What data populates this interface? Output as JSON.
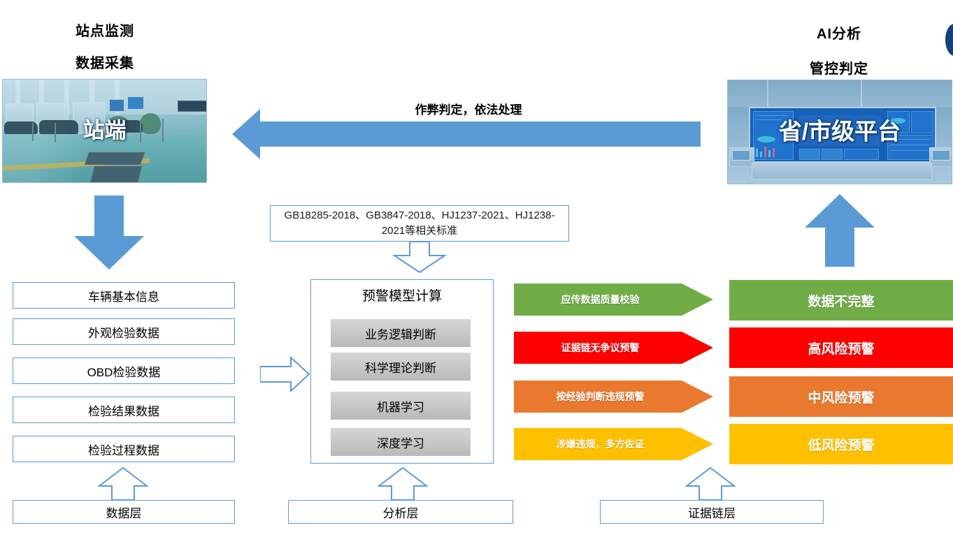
{
  "diagram": {
    "left_header": {
      "line1": "站点监测",
      "line2": "数据采集"
    },
    "right_header": {
      "line1": "AI分析",
      "line2": "管控判定"
    },
    "station_photo_caption": "站端",
    "platform_photo_caption": "省/市级平台",
    "feedback_arrow_label": "作弊判定，依法处理",
    "standards_note": "GB18285-2018、GB3847-2018、HJ1237-2021、HJ1238-2021等相关标准",
    "data_layer": {
      "label": "数据层",
      "items": [
        "车辆基本信息",
        "外观检验数据",
        "OBD检验数据",
        "检验结果数据",
        "检验过程数据"
      ]
    },
    "analysis_layer": {
      "label": "分析层",
      "title": "预警模型计算",
      "methods": [
        "业务逻辑判断",
        "科学理论判断",
        "机器学习",
        "深度学习"
      ]
    },
    "evidence_layer": {
      "label": "证据链层",
      "flows": [
        {
          "arrow_label": "应传数据质量校验",
          "result_label": "数据不完整",
          "color": "#70AD47"
        },
        {
          "arrow_label": "证据链无争议预警",
          "result_label": "高风险预警",
          "color": "#FF0000"
        },
        {
          "arrow_label": "按经验判断违规预警",
          "result_label": "中风险预警",
          "color": "#E8792E"
        },
        {
          "arrow_label": "涉嫌违规，多方佐证",
          "result_label": "低风险预警",
          "color": "#FFC000"
        }
      ]
    },
    "colors": {
      "accent_blue": "#5B9BD5",
      "outline_blue": "#5B9BD5",
      "gray_item": "#C8C8C8",
      "corner_navy": "#11427E"
    }
  }
}
